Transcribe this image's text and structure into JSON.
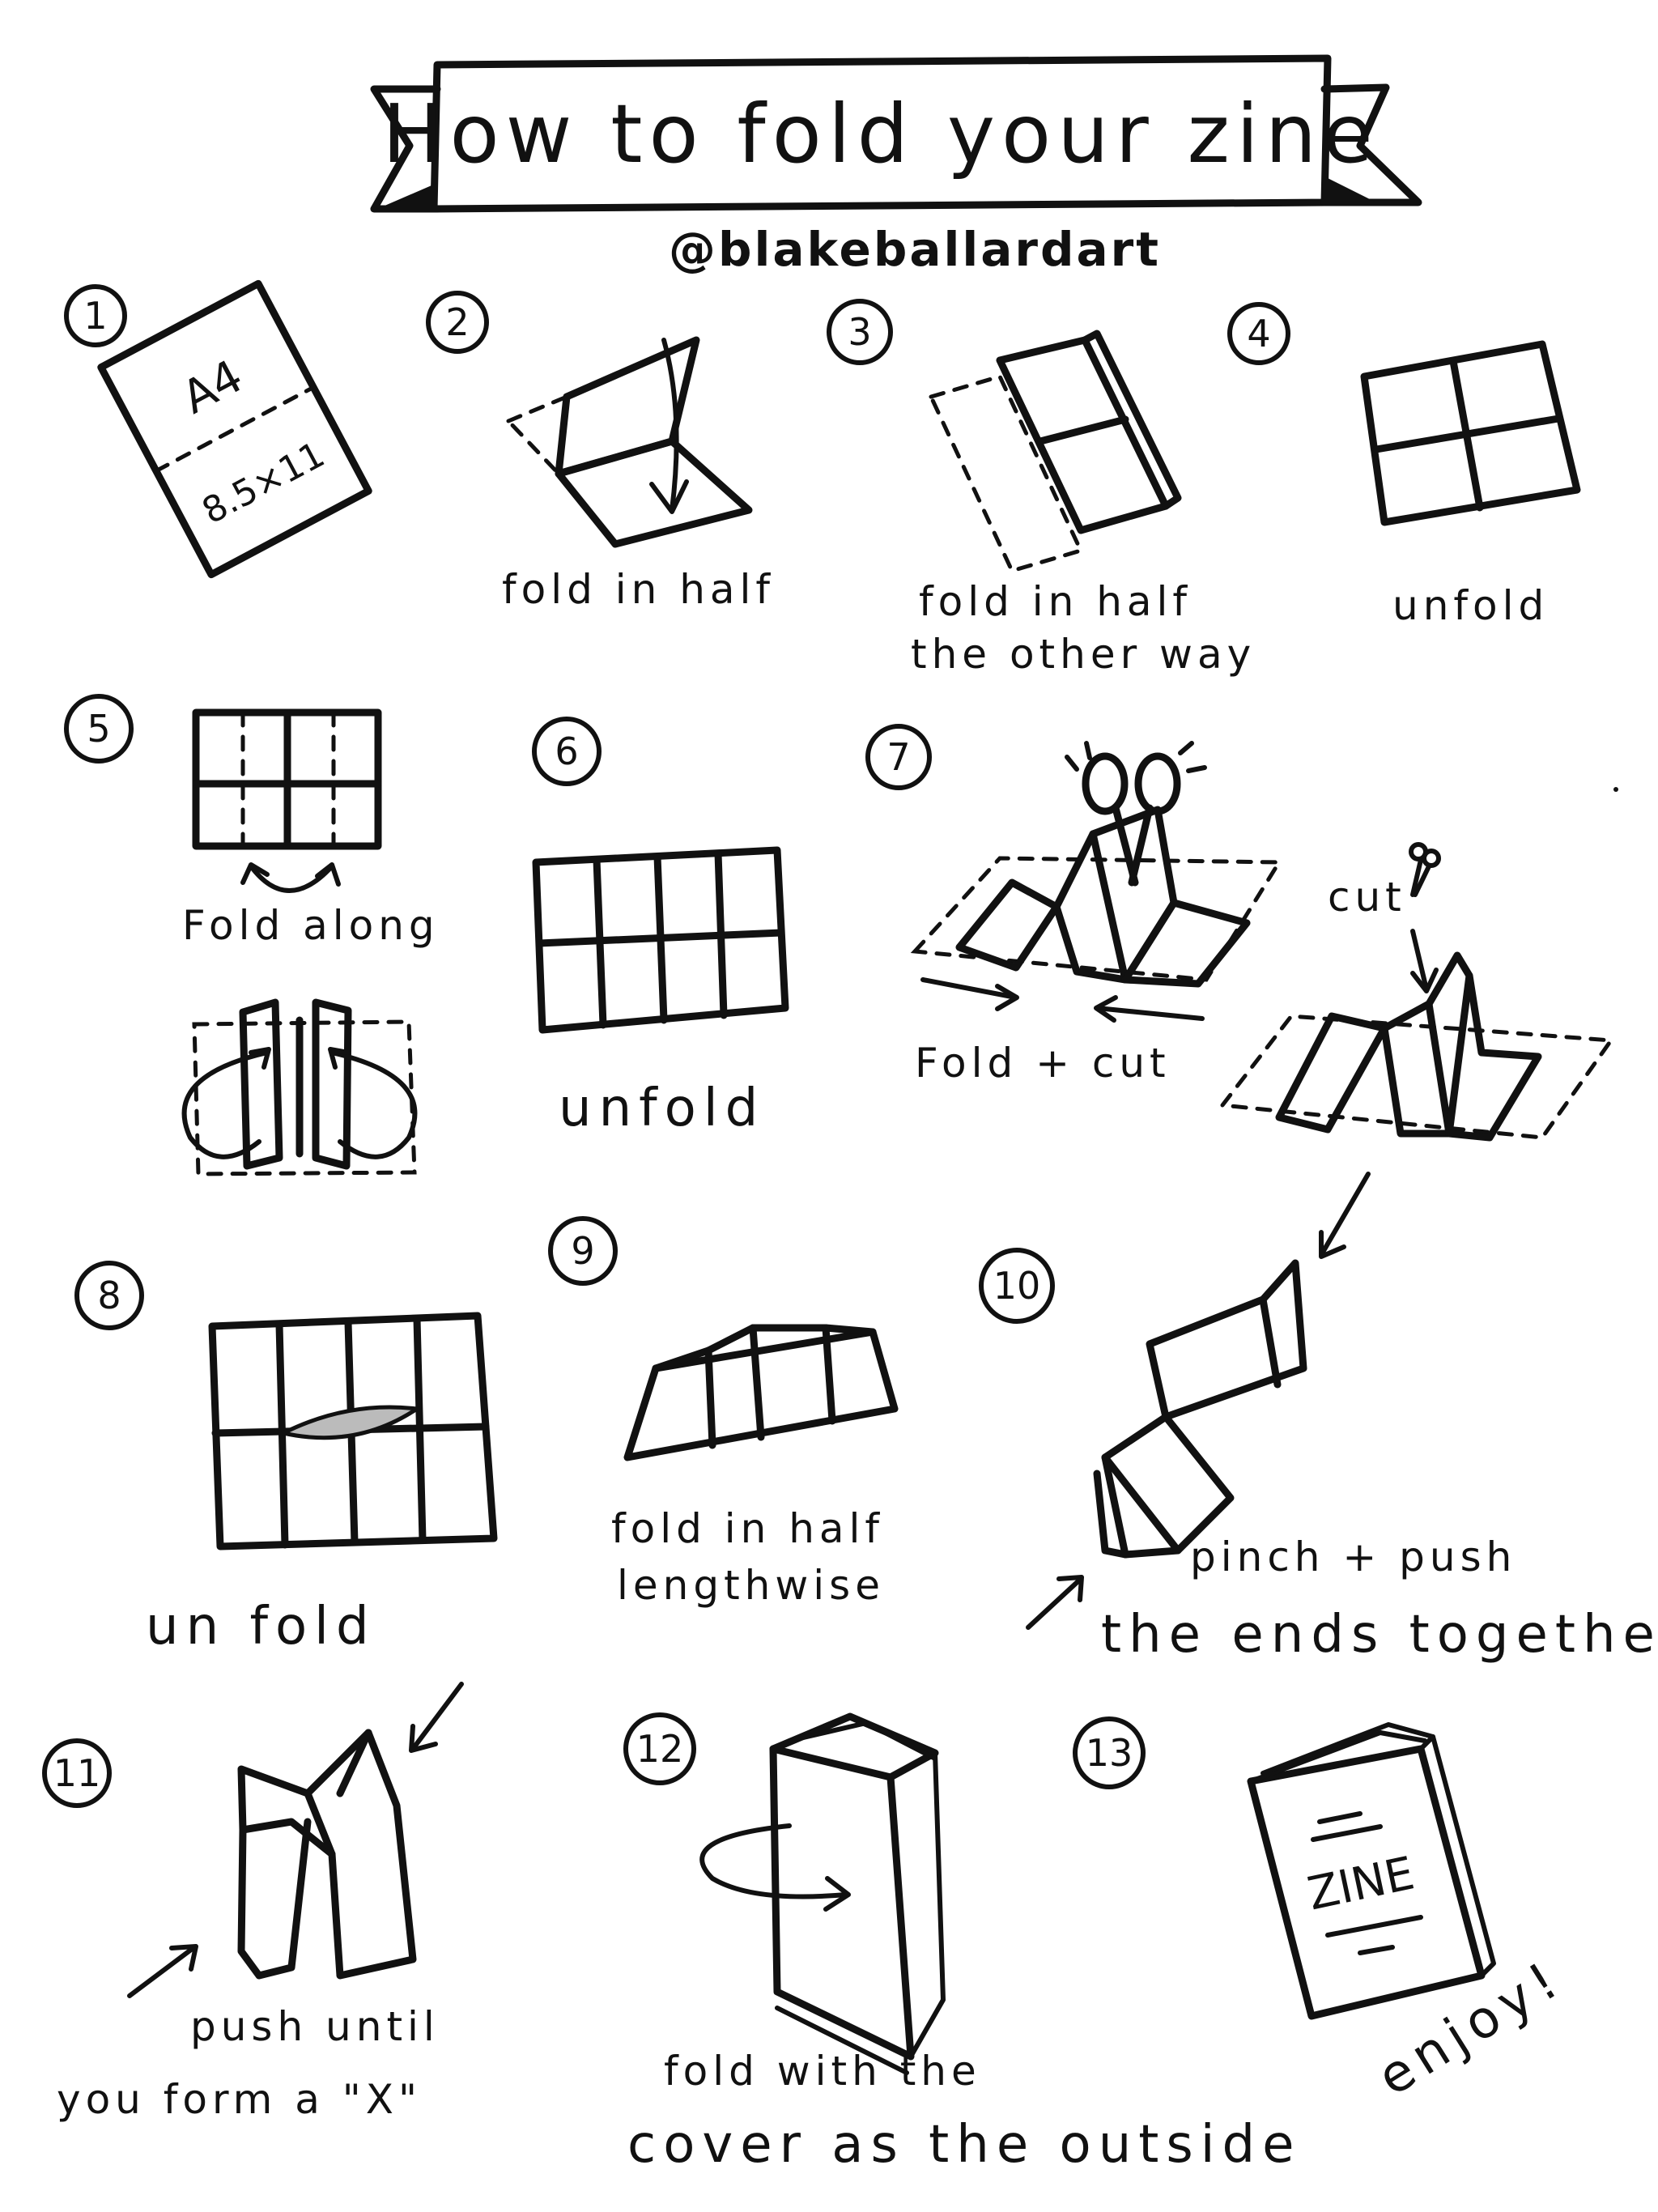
{
  "title": "How to fold your zine",
  "handle": "@blakeballardart",
  "steps": [
    {
      "number": "1",
      "label_top": "A4",
      "label_bottom": "8.5×11"
    },
    {
      "number": "2",
      "caption": "fold in half"
    },
    {
      "number": "3",
      "caption_line1": "fold in half",
      "caption_line2": "the other way"
    },
    {
      "number": "4",
      "caption": "unfold"
    },
    {
      "number": "5",
      "caption": "Fold along"
    },
    {
      "number": "6",
      "caption": "unfold"
    },
    {
      "number": "7",
      "caption": "Fold + cut",
      "cut_label": "cut"
    },
    {
      "number": "8",
      "caption": "un fold"
    },
    {
      "number": "9",
      "caption_line1": "fold in half",
      "caption_line2": "lengthwise"
    },
    {
      "number": "10",
      "caption_line1": "pinch + push",
      "caption_line2": "the ends together"
    },
    {
      "number": "11",
      "caption_line1": "push until",
      "caption_line2": "you form a \"X\""
    },
    {
      "number": "12",
      "caption_line1": "fold with the",
      "caption_line2": "cover as the outside"
    },
    {
      "number": "13",
      "cover_text": "ZINE",
      "caption": "enjoy!"
    }
  ],
  "icons": [
    "banner-ribbon",
    "scissors-icon",
    "arrow-icon",
    "paper-sheet"
  ]
}
